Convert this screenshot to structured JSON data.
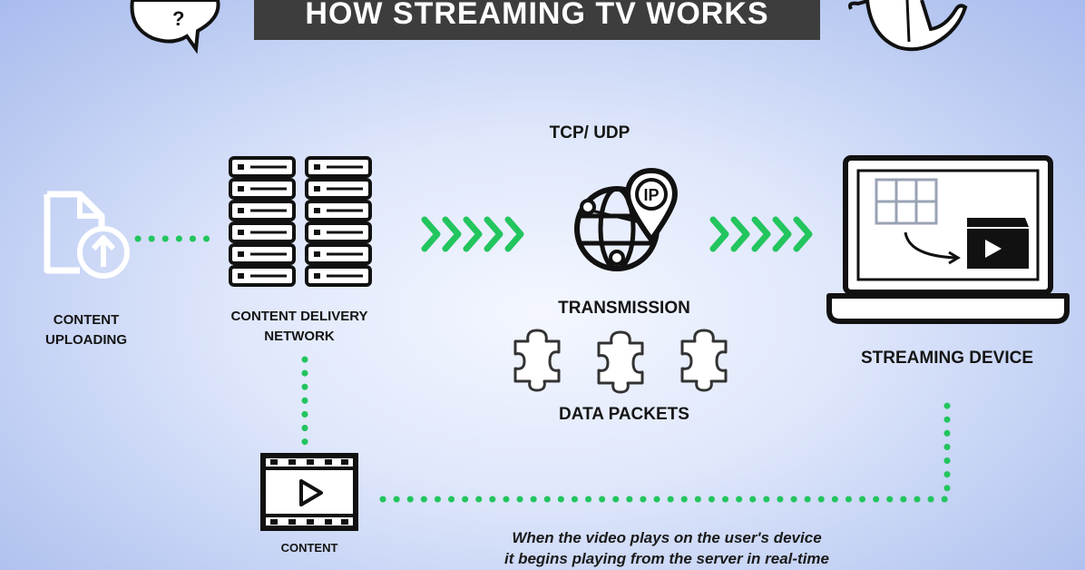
{
  "title": "HOW STREAMING TV WORKS",
  "nodes": {
    "content_uploading": [
      "CONTENT",
      "UPLOADING"
    ],
    "cdn": [
      "CONTENT DELIVERY",
      "NETWORK"
    ],
    "protocol": "TCP/ UDP",
    "ip_badge": "IP",
    "transmission": "TRANSMISSION",
    "data_packets": "DATA PACKETS",
    "streaming_device": "STREAMING DEVICE",
    "content": "CONTENT"
  },
  "caption": [
    "When the video plays on the user's device",
    "it begins playing from the server  in real-time"
  ],
  "colors": {
    "title_bg": "#3d3d3d",
    "accent_green": "#22c55e",
    "icon_dark": "#1a1a1a"
  }
}
